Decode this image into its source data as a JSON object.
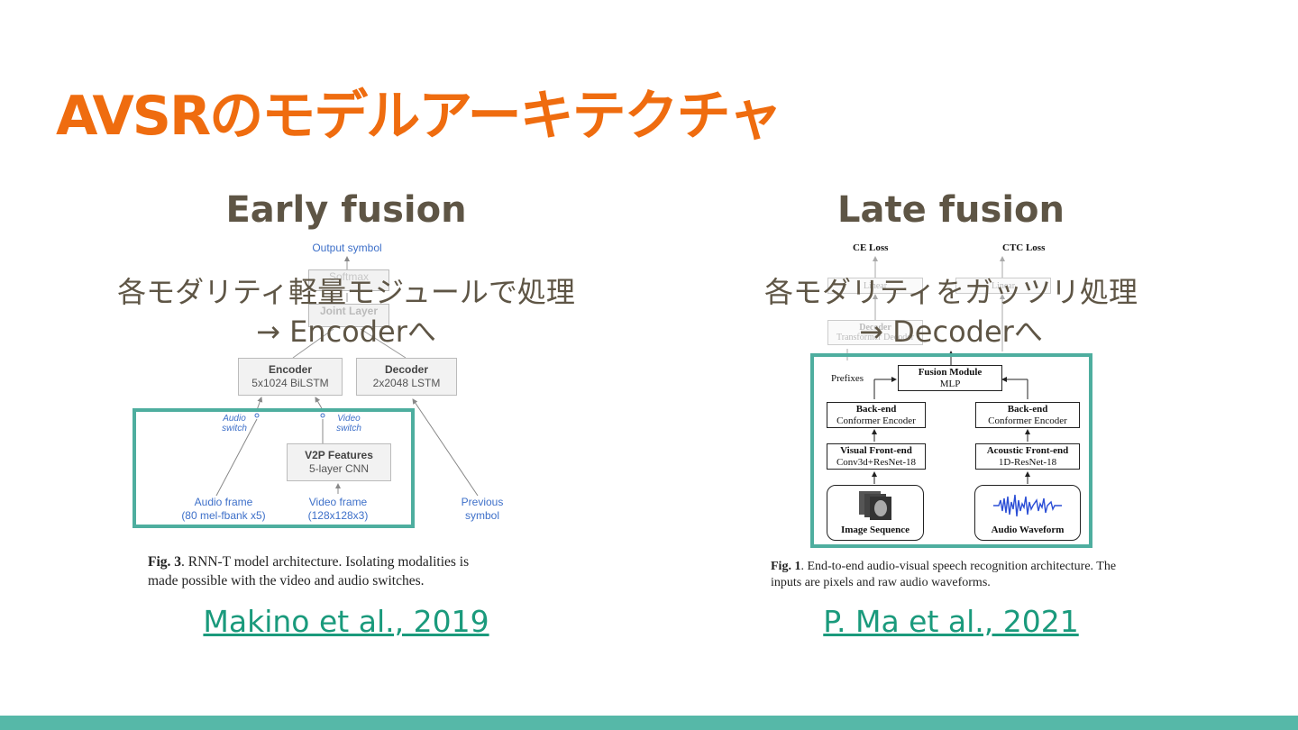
{
  "slide": {
    "title": "AVSRのモデルアーキテクチャ",
    "colors": {
      "title": "#ef6c0f",
      "heading": "#5e5545",
      "link": "#1a9a7c",
      "accent": "#56b8a8"
    }
  },
  "left": {
    "heading": "Early fusion",
    "overlay_line1": "各モダリティ軽量モジュールで処理",
    "overlay_line2": "→ Encoderへ",
    "citation": "Makino et al., 2019",
    "figure": {
      "output_symbol": "Output symbol",
      "softmax": "Softmax",
      "joint_layer": "Joint Layer",
      "encoder_title": "Encoder",
      "encoder_sub": "5x1024 BiLSTM",
      "decoder_title": "Decoder",
      "decoder_sub": "2x2048 LSTM",
      "audio_switch_1": "Audio",
      "audio_switch_2": "switch",
      "video_switch_1": "Video",
      "video_switch_2": "switch",
      "v2p_title": "V2P Features",
      "v2p_sub": "5-layer CNN",
      "audio_frame_1": "Audio frame",
      "audio_frame_2": "(80 mel-fbank x5)",
      "video_frame_1": "Video frame",
      "video_frame_2": "(128x128x3)",
      "previous_1": "Previous",
      "previous_2": "symbol",
      "caption_label": "Fig. 3",
      "caption_text": ".  RNN-T model architecture.  Isolating modalities is",
      "caption_text_2": "made possible with the video and audio switches."
    }
  },
  "right": {
    "heading": "Late fusion",
    "overlay_line1": "各モダリティをガッツリ処理",
    "overlay_line2": "→ Decoderへ",
    "citation": "P. Ma et al., 2021",
    "figure": {
      "ce_loss": "CE Loss",
      "ctc_loss": "CTC Loss",
      "linear_left": "Linear",
      "linear_right": "Linear",
      "decoder_title": "Decoder",
      "decoder_sub": "Transformer Decoder",
      "prefixes": "Prefixes",
      "fusion_title": "Fusion Module",
      "fusion_sub": "MLP",
      "backend_left_title": "Back-end",
      "backend_left_sub": "Conformer Encoder",
      "backend_right_title": "Back-end",
      "backend_right_sub": "Conformer Encoder",
      "visual_title": "Visual Front-end",
      "visual_sub": "Conv3d+ResNet-18",
      "acoustic_title": "Acoustic Front-end",
      "acoustic_sub": "1D-ResNet-18",
      "image_seq": "Image Sequence",
      "audio_wave": "Audio Waveform",
      "caption_label": "Fig. 1",
      "caption_text": ". End-to-end audio-visual speech recognition architecture. The",
      "caption_text_2": "inputs are pixels and raw audio waveforms."
    }
  }
}
